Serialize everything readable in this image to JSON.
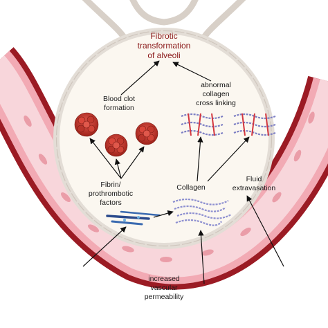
{
  "title": {
    "line1": "Fibrotic",
    "line2": "transformation",
    "line3": "of alveoli"
  },
  "labels": {
    "blood_clot": [
      "Blood clot",
      "formation"
    ],
    "abnormal_collagen": [
      "abnormal",
      "collagen",
      "cross linking"
    ],
    "fibrin": [
      "Fibrin/",
      "prothrombotic",
      "factors"
    ],
    "collagen": "Collagen",
    "fluid": [
      "Fluid",
      "extravasation"
    ],
    "permeability": [
      "increased",
      "vascular",
      "permeability"
    ]
  },
  "colors": {
    "title": "#8b1a1a",
    "vessel_wall": "#9b1b24",
    "vessel_lumen": "#f6c9cf",
    "alveolus_wall": "#e3ddd6",
    "alveolus_fill": "#fbf7f0",
    "clot": "#c0392b",
    "collagen_fiber": "#7d7fc4",
    "crosslink": "#d3363e"
  },
  "icons": {
    "clot": "blood-clot-icon",
    "collagen": "collagen-fiber-icon",
    "fibrin": "fibrin-strand-icon"
  }
}
